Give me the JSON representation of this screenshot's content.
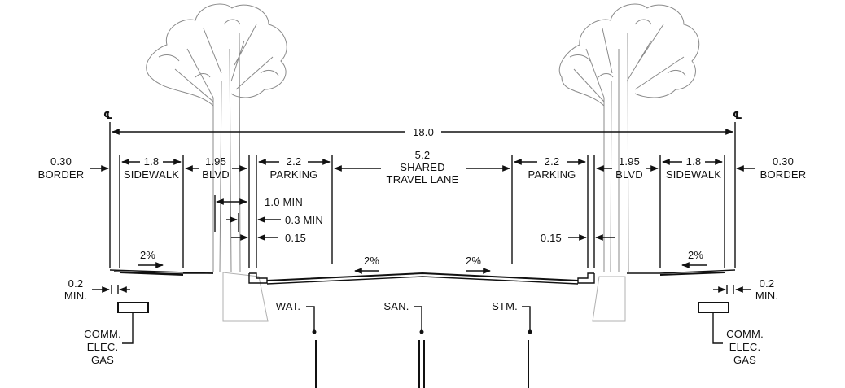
{
  "labels": {
    "pl_left": "℄",
    "pl_right": "℄",
    "total": "18.0",
    "border_left_val": "0.30",
    "border_left_text": "BORDER",
    "sidewalk_left_val": "1.8",
    "sidewalk_left_text": "SIDEWALK",
    "blvd_left_val": "1.95",
    "blvd_left_text": "BLVD",
    "parking_left_val": "2.2",
    "parking_left_text": "PARKING",
    "travel_val": "5.2",
    "travel_text1": "SHARED",
    "travel_text2": "TRAVEL LANE",
    "parking_right_val": "2.2",
    "parking_right_text": "PARKING",
    "blvd_right_val": "1.95",
    "blvd_right_text": "BLVD",
    "sidewalk_right_val": "1.8",
    "sidewalk_right_text": "SIDEWALK",
    "border_right_val": "0.30",
    "border_right_text": "BORDER",
    "min_1_0": "1.0 MIN",
    "min_0_3": "0.3 MIN",
    "off_left": "0.15",
    "off_right": "0.15",
    "slope_sw_left": "2%",
    "slope_road_left": "2%",
    "slope_road_right": "2%",
    "slope_sw_right": "2%",
    "min02_left_val": "0.2",
    "min02_left_text": "MIN.",
    "min02_right_val": "0.2",
    "min02_right_text": "MIN.",
    "wat": "WAT.",
    "san": "SAN.",
    "stm": "STM.",
    "util_left_1": "COMM.",
    "util_left_2": "ELEC.",
    "util_left_3": "GAS",
    "util_right_1": "COMM.",
    "util_right_2": "ELEC.",
    "util_right_3": "GAS"
  }
}
